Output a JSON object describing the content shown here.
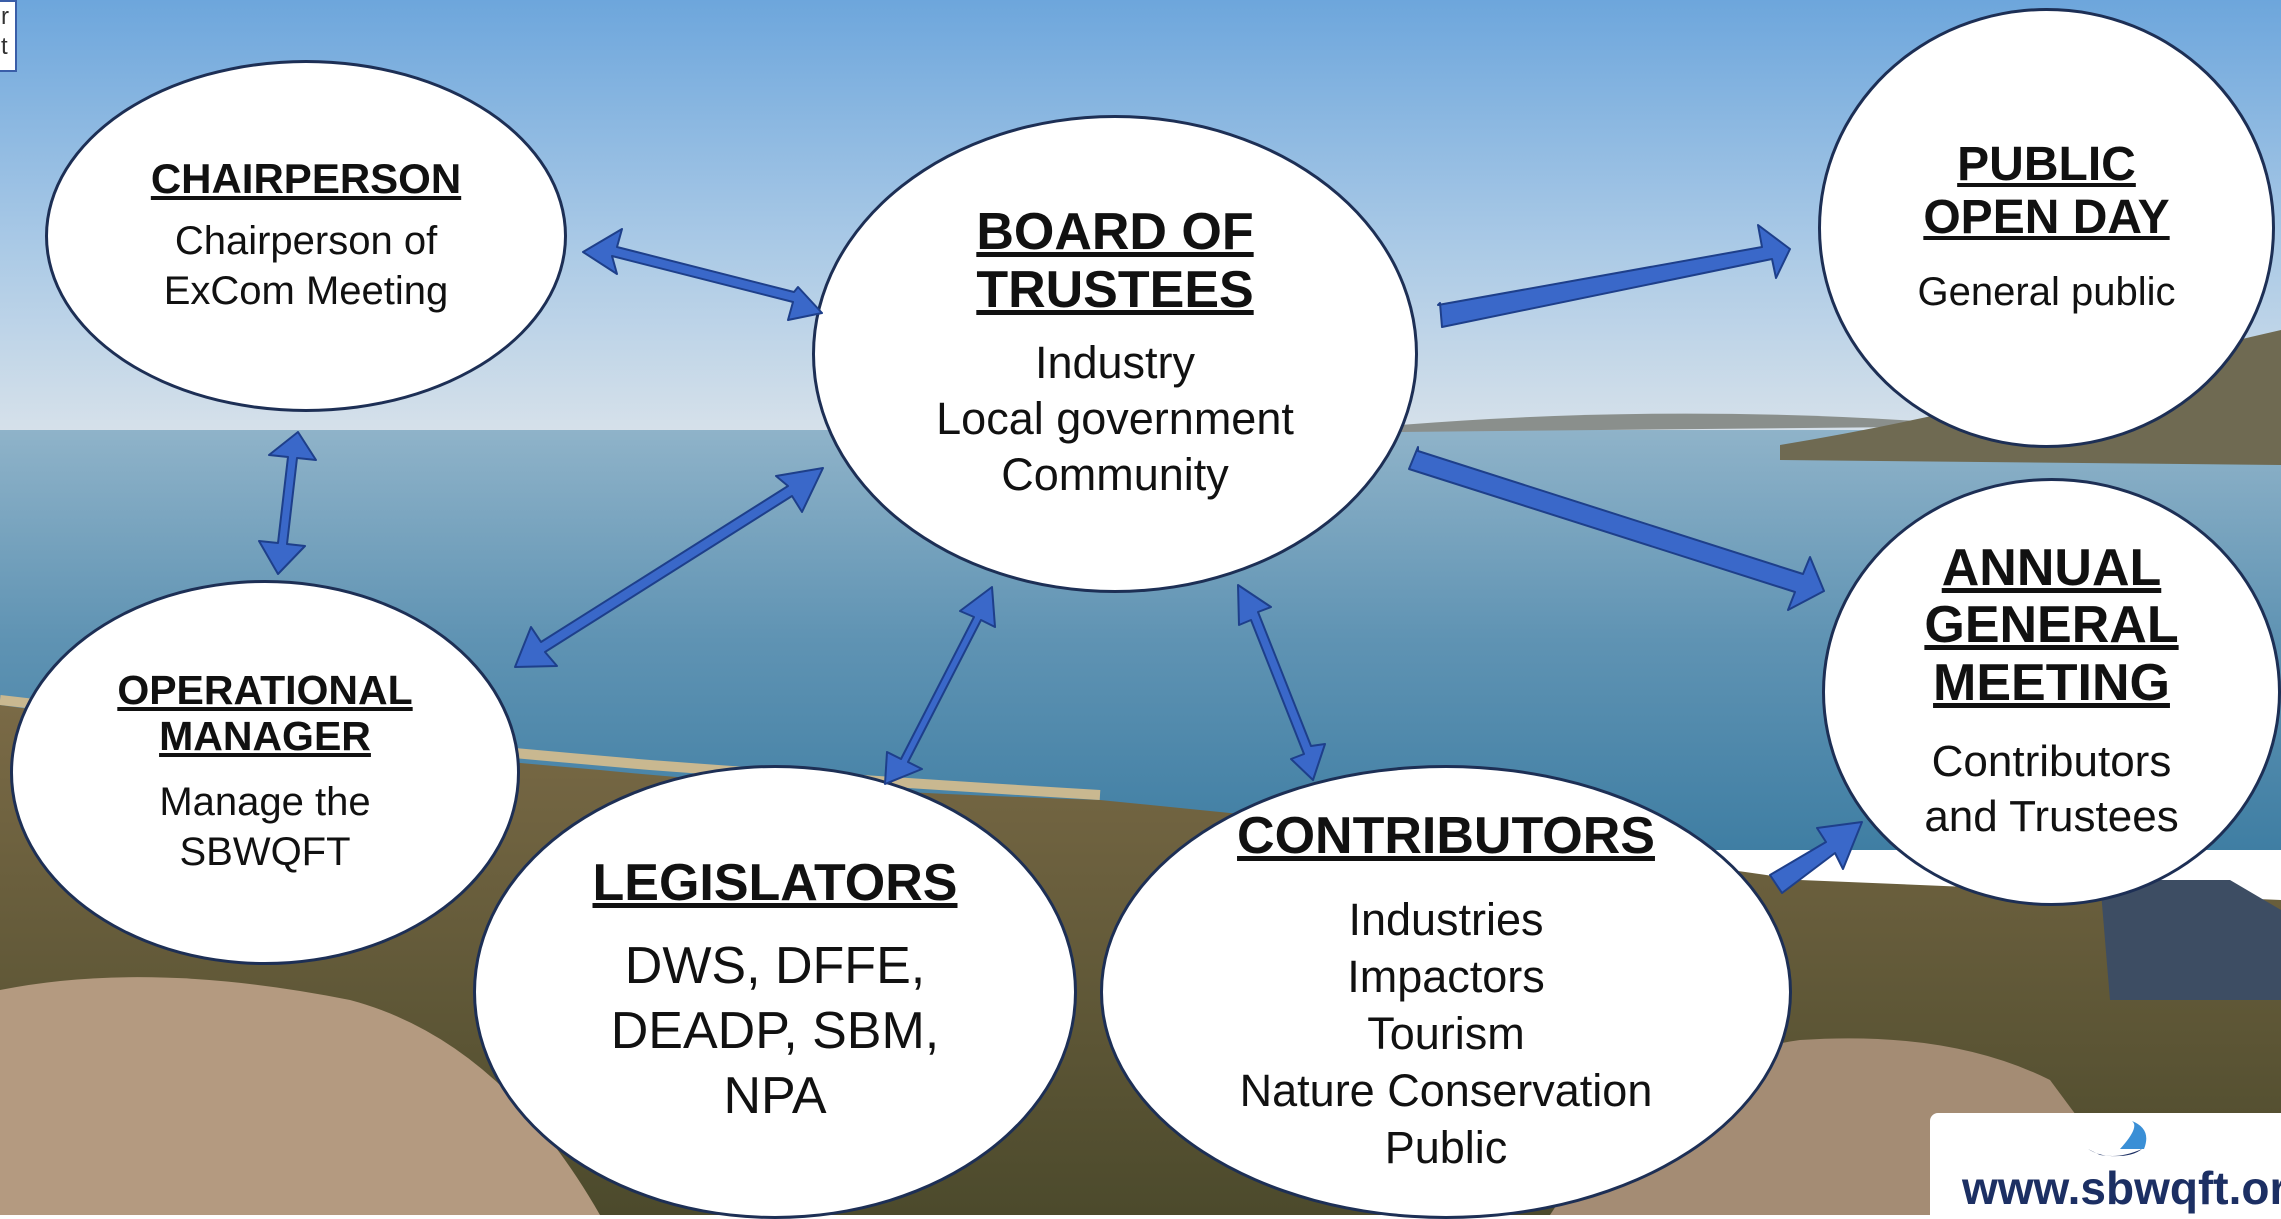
{
  "colors": {
    "arrow_fill": "#3a68c9",
    "arrow_stroke": "#1e3f8a",
    "node_border": "#1d2f55",
    "logo_text": "#1c2f63",
    "logo_swoosh": "#3a8fd6"
  },
  "corner_fragment": "r\nt",
  "nodes": {
    "chairperson": {
      "title": "CHAIRPERSON",
      "body": "Chairperson of\nExCom Meeting"
    },
    "board": {
      "title": "BOARD OF\nTRUSTEES",
      "body": "Industry\nLocal government\nCommunity"
    },
    "public_open_day": {
      "title": "PUBLIC\nOPEN DAY",
      "body": "General public"
    },
    "operational_manager": {
      "title": "OPERATIONAL\nMANAGER",
      "body": "Manage the\nSBWQFT"
    },
    "legislators": {
      "title": "LEGISLATORS",
      "body": "DWS, DFFE,\nDEADP, SBM,\nNPA"
    },
    "contributors": {
      "title": "CONTRIBUTORS",
      "body": "Industries\nImpactors\nTourism\nNature Conservation\nPublic"
    },
    "agm": {
      "title": "ANNUAL\nGENERAL\nMEETING",
      "body": "Contributors\nand Trustees"
    }
  },
  "website": {
    "url": "www.sbwqft.org.z",
    "logo": "water-drop-swoosh"
  },
  "edges": [
    {
      "from": "chairperson",
      "to": "board",
      "direction": "both"
    },
    {
      "from": "chairperson",
      "to": "operational_manager",
      "direction": "both"
    },
    {
      "from": "operational_manager",
      "to": "board",
      "direction": "both"
    },
    {
      "from": "legislators",
      "to": "board",
      "direction": "both"
    },
    {
      "from": "contributors",
      "to": "board",
      "direction": "both"
    },
    {
      "from": "board",
      "to": "public_open_day",
      "direction": "forward"
    },
    {
      "from": "board",
      "to": "agm",
      "direction": "forward"
    },
    {
      "from": "contributors",
      "to": "agm",
      "direction": "forward"
    }
  ]
}
